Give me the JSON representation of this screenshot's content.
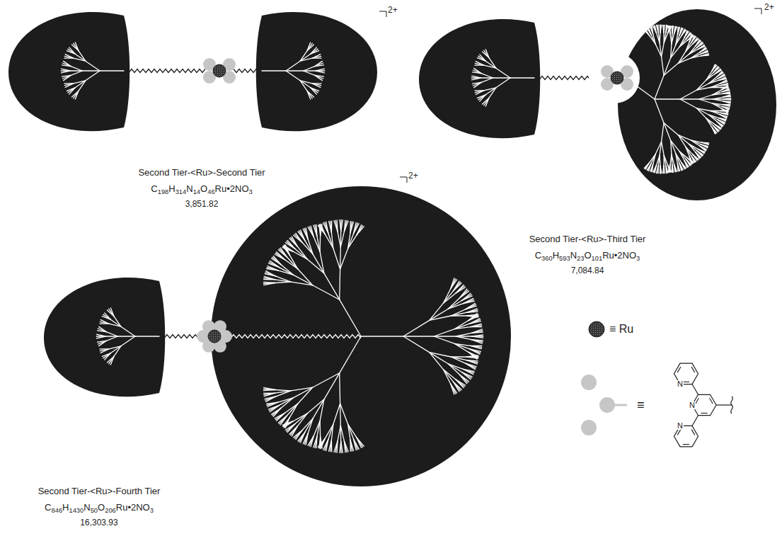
{
  "diagram": {
    "labels": [
      "2+",
      "Second Tier-<Ru>-Second Tier",
      "C198H314N14O46Ru•2NO3",
      "3,851.82",
      "2+",
      "Second Tier-<Ru>-Third Tier",
      "C360H593N23O101Ru•2NO3",
      "7,084.84",
      "2+",
      "Second Tier-<Ru>-Fourth Tier",
      "C846H1430N50O206Ru•2NO3",
      "16,303.93",
      "N",
      "N",
      "N"
    ],
    "legend": [
      {
        "text": "≡ Ru"
      },
      {
        "text": "≡"
      }
    ]
  }
}
